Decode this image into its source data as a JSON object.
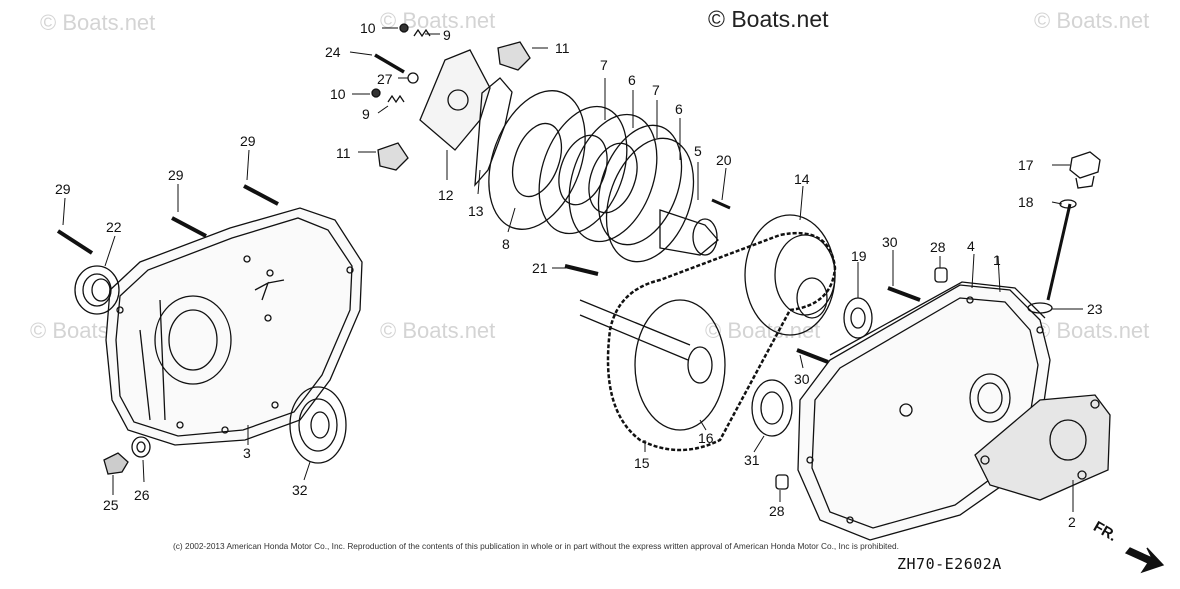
{
  "brand": "© Boats.net",
  "watermarks": [
    "© Boats.net",
    "© Boats.net",
    "© Boats.net",
    "© Boats.net",
    "© Boats.net",
    "© Boats.net",
    "© Boats.net"
  ],
  "callouts": [
    "10",
    "9",
    "24",
    "27",
    "10",
    "9",
    "11",
    "11",
    "12",
    "13",
    "8",
    "7",
    "6",
    "7",
    "6",
    "5",
    "20",
    "14",
    "21",
    "29",
    "29",
    "29",
    "22",
    "3",
    "25",
    "26",
    "32",
    "15",
    "16",
    "31",
    "28",
    "30",
    "30",
    "28",
    "19",
    "4",
    "1",
    "17",
    "18",
    "23",
    "2"
  ],
  "copyright": "(c) 2002-2013 American Honda Motor Co., Inc. Reproduction of the contents of this publication in whole or in part without the express written approval of American Honda Motor Co., Inc is prohibited.",
  "diagram_code": "ZH70-E2602A",
  "direction_label": "FR.",
  "colors": {
    "line": "#111111",
    "watermark": "#d4d4d4"
  }
}
